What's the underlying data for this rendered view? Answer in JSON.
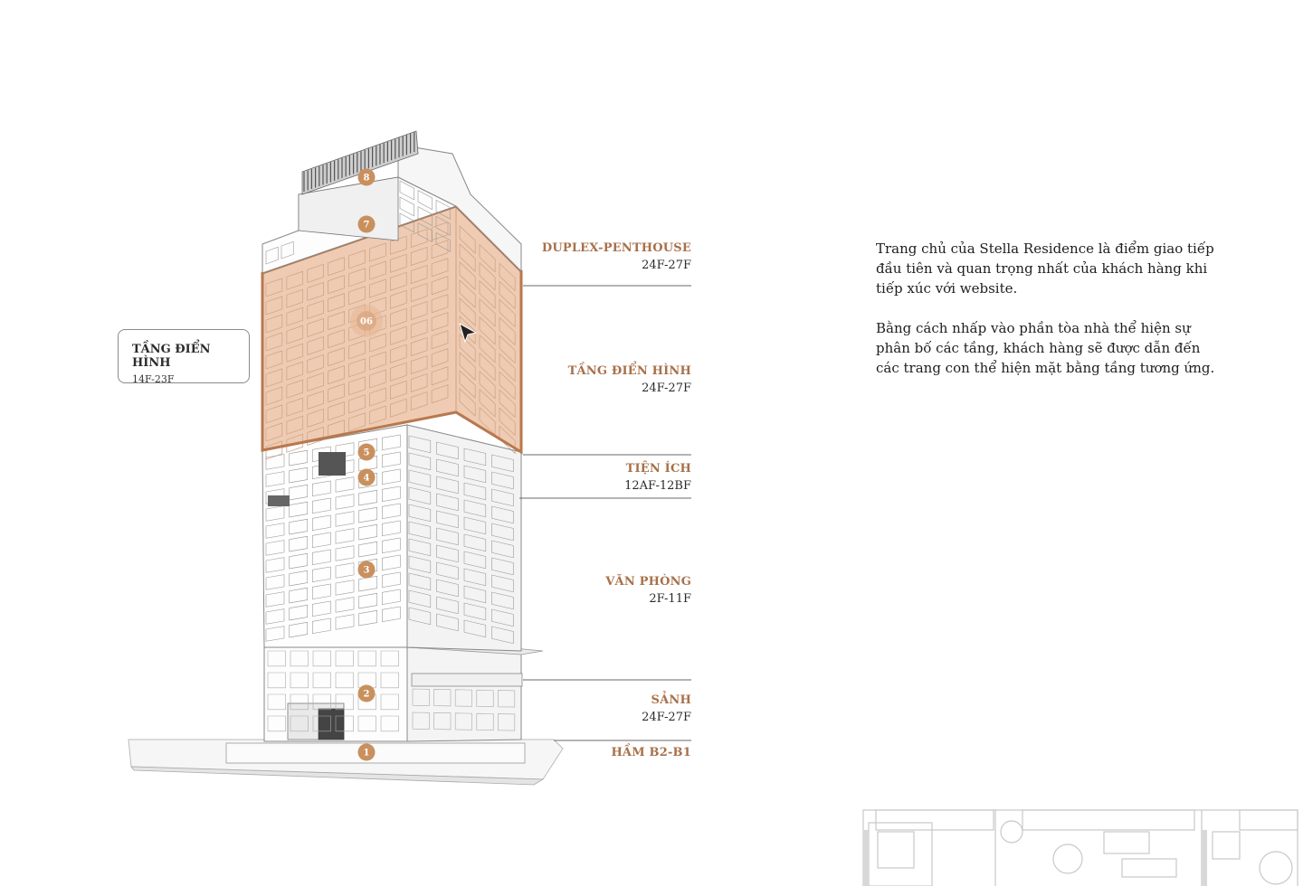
{
  "floors": [
    {
      "title": "DUPLEX-PENTHOUSE",
      "range": "24F-27F"
    },
    {
      "title": "TẦNG ĐIỂN HÌNH",
      "range": "24F-27F"
    },
    {
      "title": "TIỆN ÍCH",
      "range": "12AF-12BF"
    },
    {
      "title": "VĂN PHÒNG",
      "range": "2F-11F"
    },
    {
      "title": "SẢNH",
      "range": "24F-27F"
    },
    {
      "title": "HẦM B2-B1",
      "range": ""
    }
  ],
  "markers": [
    "1",
    "2",
    "3",
    "4",
    "5",
    "06",
    "7",
    "8"
  ],
  "tooltip": {
    "title": "TẦNG ĐIỂN HÌNH",
    "range": "14F-23F"
  },
  "description": {
    "p1": "Trang chủ của Stella Residence là điểm giao tiếp đầu tiên và quan trọng nhất của khách hàng khi tiếp xúc với  website.",
    "p2": "Bằng cách nhấp vào phần tòa nhà thể hiện sự phân bố các tầng, khách hàng sẽ được dẫn đến các trang con thể hiện mặt bằng tầng tương ứng."
  },
  "colors": {
    "accent": "#a8704a",
    "highlight": "#e8b896",
    "marker": "#c9905e"
  }
}
